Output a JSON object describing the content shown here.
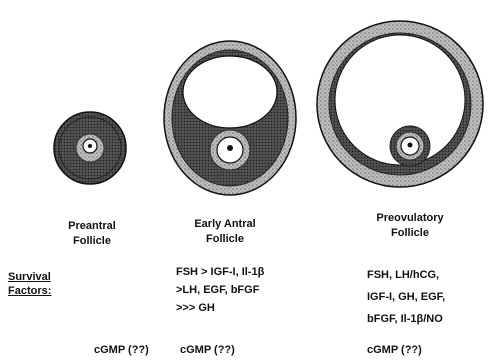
{
  "stages": [
    {
      "id": "preantral",
      "label_lines": [
        "Preantral",
        "Follicle"
      ]
    },
    {
      "id": "early_antral",
      "label_lines": [
        "Early Antral",
        "Follicle"
      ]
    },
    {
      "id": "preovulatory",
      "label_lines": [
        "Preovulatory",
        "Follicle"
      ]
    }
  ],
  "survival_factors": {
    "heading_lines": [
      "Survival",
      "Factors:"
    ],
    "early_antral": [
      "FSH > IGF-I, Il-1β",
      ">LH, EGF, bFGF",
      ">>> GH"
    ],
    "preovulatory": [
      "FSH, LH/hCG,",
      "IGF-I, GH, EGF,",
      "bFGF, Il-1β/NO"
    ]
  },
  "cgmp": {
    "preantral": "cGMP (??)",
    "early_antral": "cGMP (??)",
    "preovulatory": "cGMP (??)"
  },
  "colors": {
    "ink": "#111111",
    "theca_fill": "#c9c9c9",
    "granulosa_fill": "#9a9a9a",
    "antrum_fill": "#ffffff"
  }
}
